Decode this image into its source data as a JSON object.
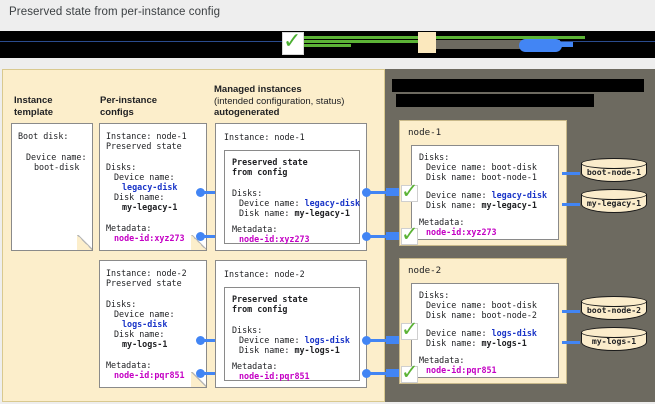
{
  "caption": "Preserved state from per-instance config",
  "colors": {
    "cream_panel": "#fceecb",
    "gray_panel": "#6d6a60",
    "connector_blue": "#4285f4",
    "check_green": "#5cb336",
    "disk_name_blue": "#1a35c8",
    "metadata_magenta": "#c400c4"
  },
  "legend": {
    "redacted": true,
    "items": [
      {
        "name": "check-swatch",
        "color": "#5cb336",
        "label": ""
      },
      {
        "name": "green-line-swatch",
        "color": "#5cb336",
        "label": ""
      },
      {
        "name": "cream-swatch",
        "color": "#fbe8bd",
        "label": ""
      },
      {
        "name": "gray-swatch",
        "color": "#6d6a60",
        "label": ""
      },
      {
        "name": "blue-swatch",
        "color": "#4285f4",
        "label": ""
      }
    ]
  },
  "columns": {
    "instance_template": {
      "line1": "Instance",
      "line2": "template"
    },
    "per_instance_configs": {
      "line1": "Per-instance",
      "line2": "configs"
    },
    "managed_instances": {
      "line1": "Managed instances",
      "line2": "(intended configuration, status)",
      "line3": "autogenerated"
    },
    "right_panel_header": {
      "redacted": true,
      "line1": "",
      "line2": ""
    }
  },
  "instance_template_card": {
    "title": "Boot disk:",
    "device_label": "Device name:",
    "device_value": "boot-disk"
  },
  "per_instance_configs": [
    {
      "instance_line": "Instance: node-1",
      "preserved_line": "Preserved state",
      "disks_label": "Disks:",
      "device_name_label": "Device name:",
      "device_name_value": "legacy-disk",
      "disk_name_label": "Disk name:",
      "disk_name_value": "my-legacy-1",
      "metadata_label": "Metadata:",
      "metadata_value": "node-id:xyz273"
    },
    {
      "instance_line": "Instance: node-2",
      "preserved_line": "Preserved state",
      "disks_label": "Disks:",
      "device_name_label": "Device name:",
      "device_name_value": "logs-disk",
      "disk_name_label": "Disk name:",
      "disk_name_value": "my-logs-1",
      "metadata_label": "Metadata:",
      "metadata_value": "node-id:pqr851"
    }
  ],
  "managed_instances": [
    {
      "instance_line": "Instance: node-1",
      "preserved_line1": "Preserved state",
      "preserved_line2": "from config",
      "disks_label": "Disks:",
      "device_name_label": "Device name: ",
      "device_name_value": "legacy-disk",
      "disk_name_label": "Disk name: ",
      "disk_name_value": "my-legacy-1",
      "metadata_label": "Metadata:",
      "metadata_value": "node-id:xyz273"
    },
    {
      "instance_line": "Instance: node-2",
      "preserved_line1": "Preserved state",
      "preserved_line2": "from config",
      "disks_label": "Disks:",
      "device_name_label": "Device name: ",
      "device_name_value": "logs-disk",
      "disk_name_label": "Disk name: ",
      "disk_name_value": "my-logs-1",
      "metadata_label": "Metadata:",
      "metadata_value": "node-id:pqr851"
    }
  ],
  "nodes": [
    {
      "name": "node-1",
      "disks_label": "Disks:",
      "boot_device_line": "Device name: boot-disk",
      "boot_disk_line": "Disk name: boot-node-1",
      "extra_device_label": "Device name: ",
      "extra_device_value": "legacy-disk",
      "extra_disk_label": "Disk name: ",
      "extra_disk_value": "my-legacy-1",
      "metadata_label": "Metadata:",
      "metadata_value": "node-id:xyz273",
      "disks": [
        {
          "label": "boot-node-1"
        },
        {
          "label": "my-legacy-1"
        }
      ]
    },
    {
      "name": "node-2",
      "disks_label": "Disks:",
      "boot_device_line": "Device name: boot-disk",
      "boot_disk_line": "Disk name: boot-node-2",
      "extra_device_label": "Device name: ",
      "extra_device_value": "logs-disk",
      "extra_disk_label": "Disk name: ",
      "extra_disk_value": "my-logs-1",
      "metadata_label": "Metadata:",
      "metadata_value": "node-id:pqr851",
      "disks": [
        {
          "label": "boot-node-2"
        },
        {
          "label": "my-logs-1"
        }
      ]
    }
  ]
}
